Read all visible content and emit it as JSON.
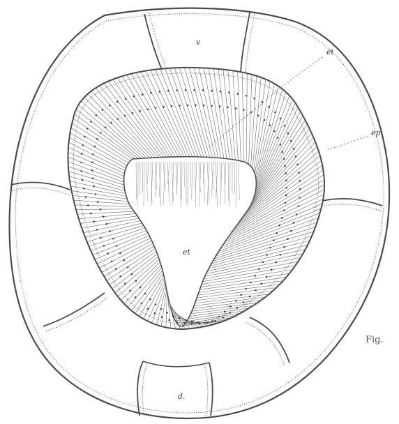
{
  "figure": {
    "labels": {
      "v": "v",
      "ei": "ei",
      "ep": "ep",
      "et": "et",
      "d": "d."
    },
    "caption_fragment": "Fig.",
    "colors": {
      "ink": "#4a4a4a",
      "paper": "#ffffff",
      "dots": "#5a5a5a"
    }
  }
}
